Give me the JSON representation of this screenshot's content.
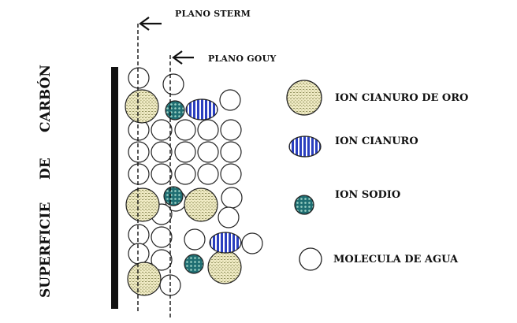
{
  "planes": {
    "stern": "PLANO STERM",
    "gouy": "PLANO GOUY"
  },
  "surface_label": {
    "word1": "SUPERFICIE",
    "word2": "DE",
    "word3": "CARBÓN"
  },
  "legend": [
    {
      "key": "gold",
      "label": "ION CIANURO DE ORO",
      "icon": "gold-cyanide-ion-icon"
    },
    {
      "key": "cyan",
      "label": "ION CIANURO",
      "icon": "cyanide-ion-icon"
    },
    {
      "key": "sodium",
      "label": "ION SODIO",
      "icon": "sodium-ion-icon"
    },
    {
      "key": "water",
      "label": "MOLECULA DE AGUA",
      "icon": "water-molecule-icon"
    }
  ],
  "colors": {
    "gold_fill": "#efeac4",
    "gold_dots": "#8a8a55",
    "cyan_fill": "#2a3fbf",
    "sodium_fill": "#1f6e72",
    "sodium_dots": "#9fd3c7",
    "ink": "#111111"
  }
}
